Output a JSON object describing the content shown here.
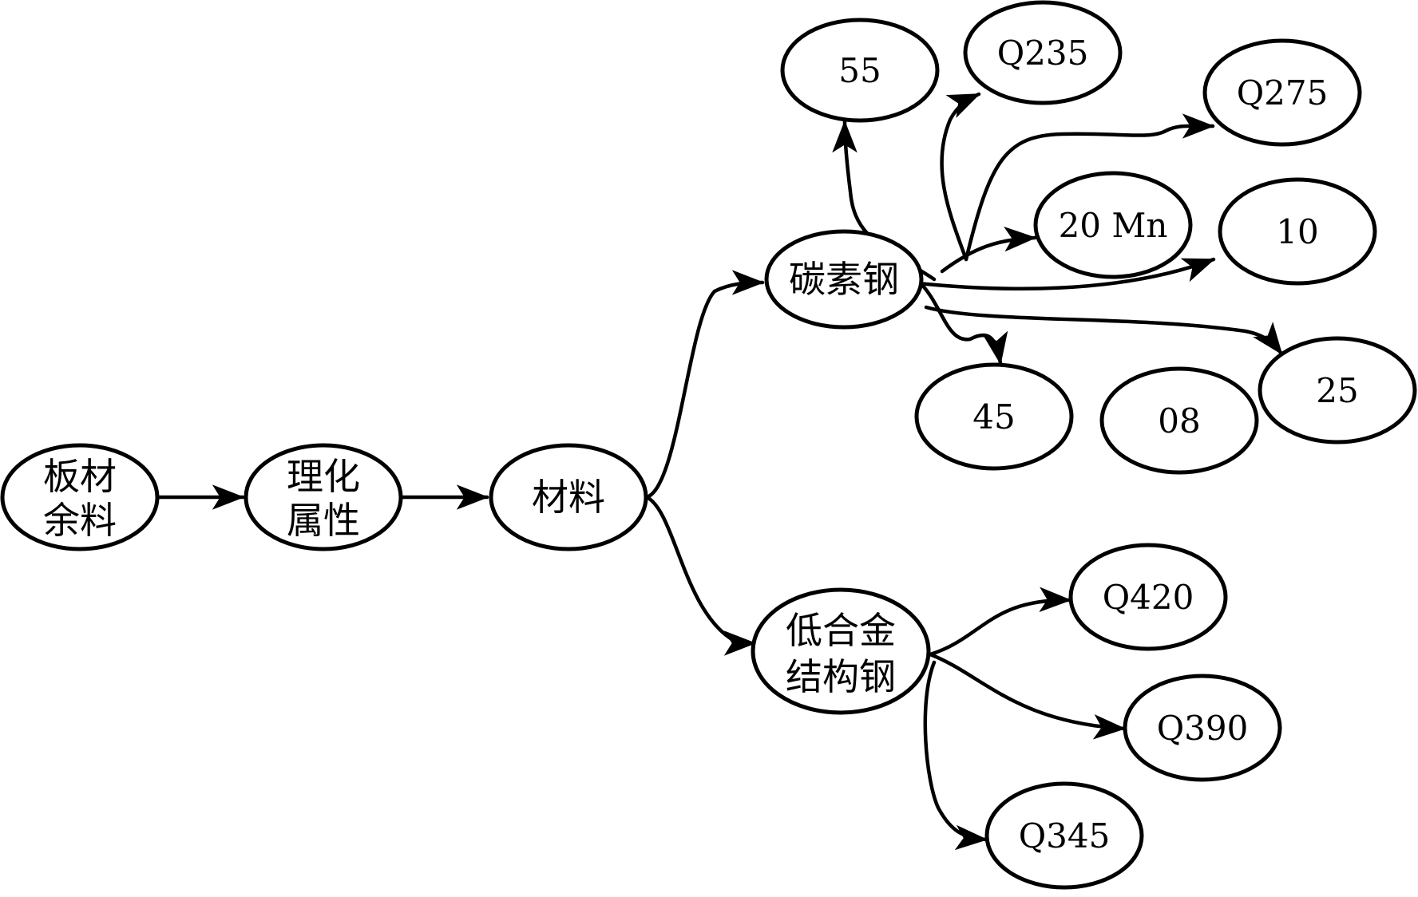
{
  "diagram": {
    "nodes": {
      "banchai": {
        "lines": [
          "板材",
          "余料"
        ]
      },
      "lihua": {
        "lines": [
          "理化",
          "属性"
        ]
      },
      "cailiao": {
        "lines": [
          "材料"
        ]
      },
      "tansugang": {
        "lines": [
          "碳素钢"
        ]
      },
      "dihejin": {
        "lines": [
          "低合金",
          "结构钢"
        ]
      },
      "g55": {
        "lines": [
          "55"
        ]
      },
      "q235": {
        "lines": [
          "Q235"
        ]
      },
      "q275": {
        "lines": [
          "Q275"
        ]
      },
      "g20mn": {
        "lines": [
          "20 Mn"
        ]
      },
      "g10": {
        "lines": [
          "10"
        ]
      },
      "g25": {
        "lines": [
          "25"
        ]
      },
      "g45": {
        "lines": [
          "45"
        ]
      },
      "g08": {
        "lines": [
          "08"
        ]
      },
      "q420": {
        "lines": [
          "Q420"
        ]
      },
      "q390": {
        "lines": [
          "Q390"
        ]
      },
      "q345": {
        "lines": [
          "Q345"
        ]
      }
    },
    "edges": [
      {
        "from": "banchai",
        "to": "lihua"
      },
      {
        "from": "lihua",
        "to": "cailiao"
      },
      {
        "from": "cailiao",
        "to": "tansugang"
      },
      {
        "from": "cailiao",
        "to": "dihejin"
      },
      {
        "from": "tansugang",
        "to": "g55"
      },
      {
        "from": "tansugang",
        "to": "q235"
      },
      {
        "from": "tansugang",
        "to": "q275"
      },
      {
        "from": "tansugang",
        "to": "g20mn"
      },
      {
        "from": "tansugang",
        "to": "g10"
      },
      {
        "from": "tansugang",
        "to": "g25"
      },
      {
        "from": "tansugang",
        "to": "g45"
      },
      {
        "from": "dihejin",
        "to": "q420"
      },
      {
        "from": "dihejin",
        "to": "q390"
      },
      {
        "from": "dihejin",
        "to": "q345"
      }
    ],
    "colors": {
      "stroke": "#000000",
      "fill": "#ffffff",
      "background": "#ffffff"
    }
  }
}
